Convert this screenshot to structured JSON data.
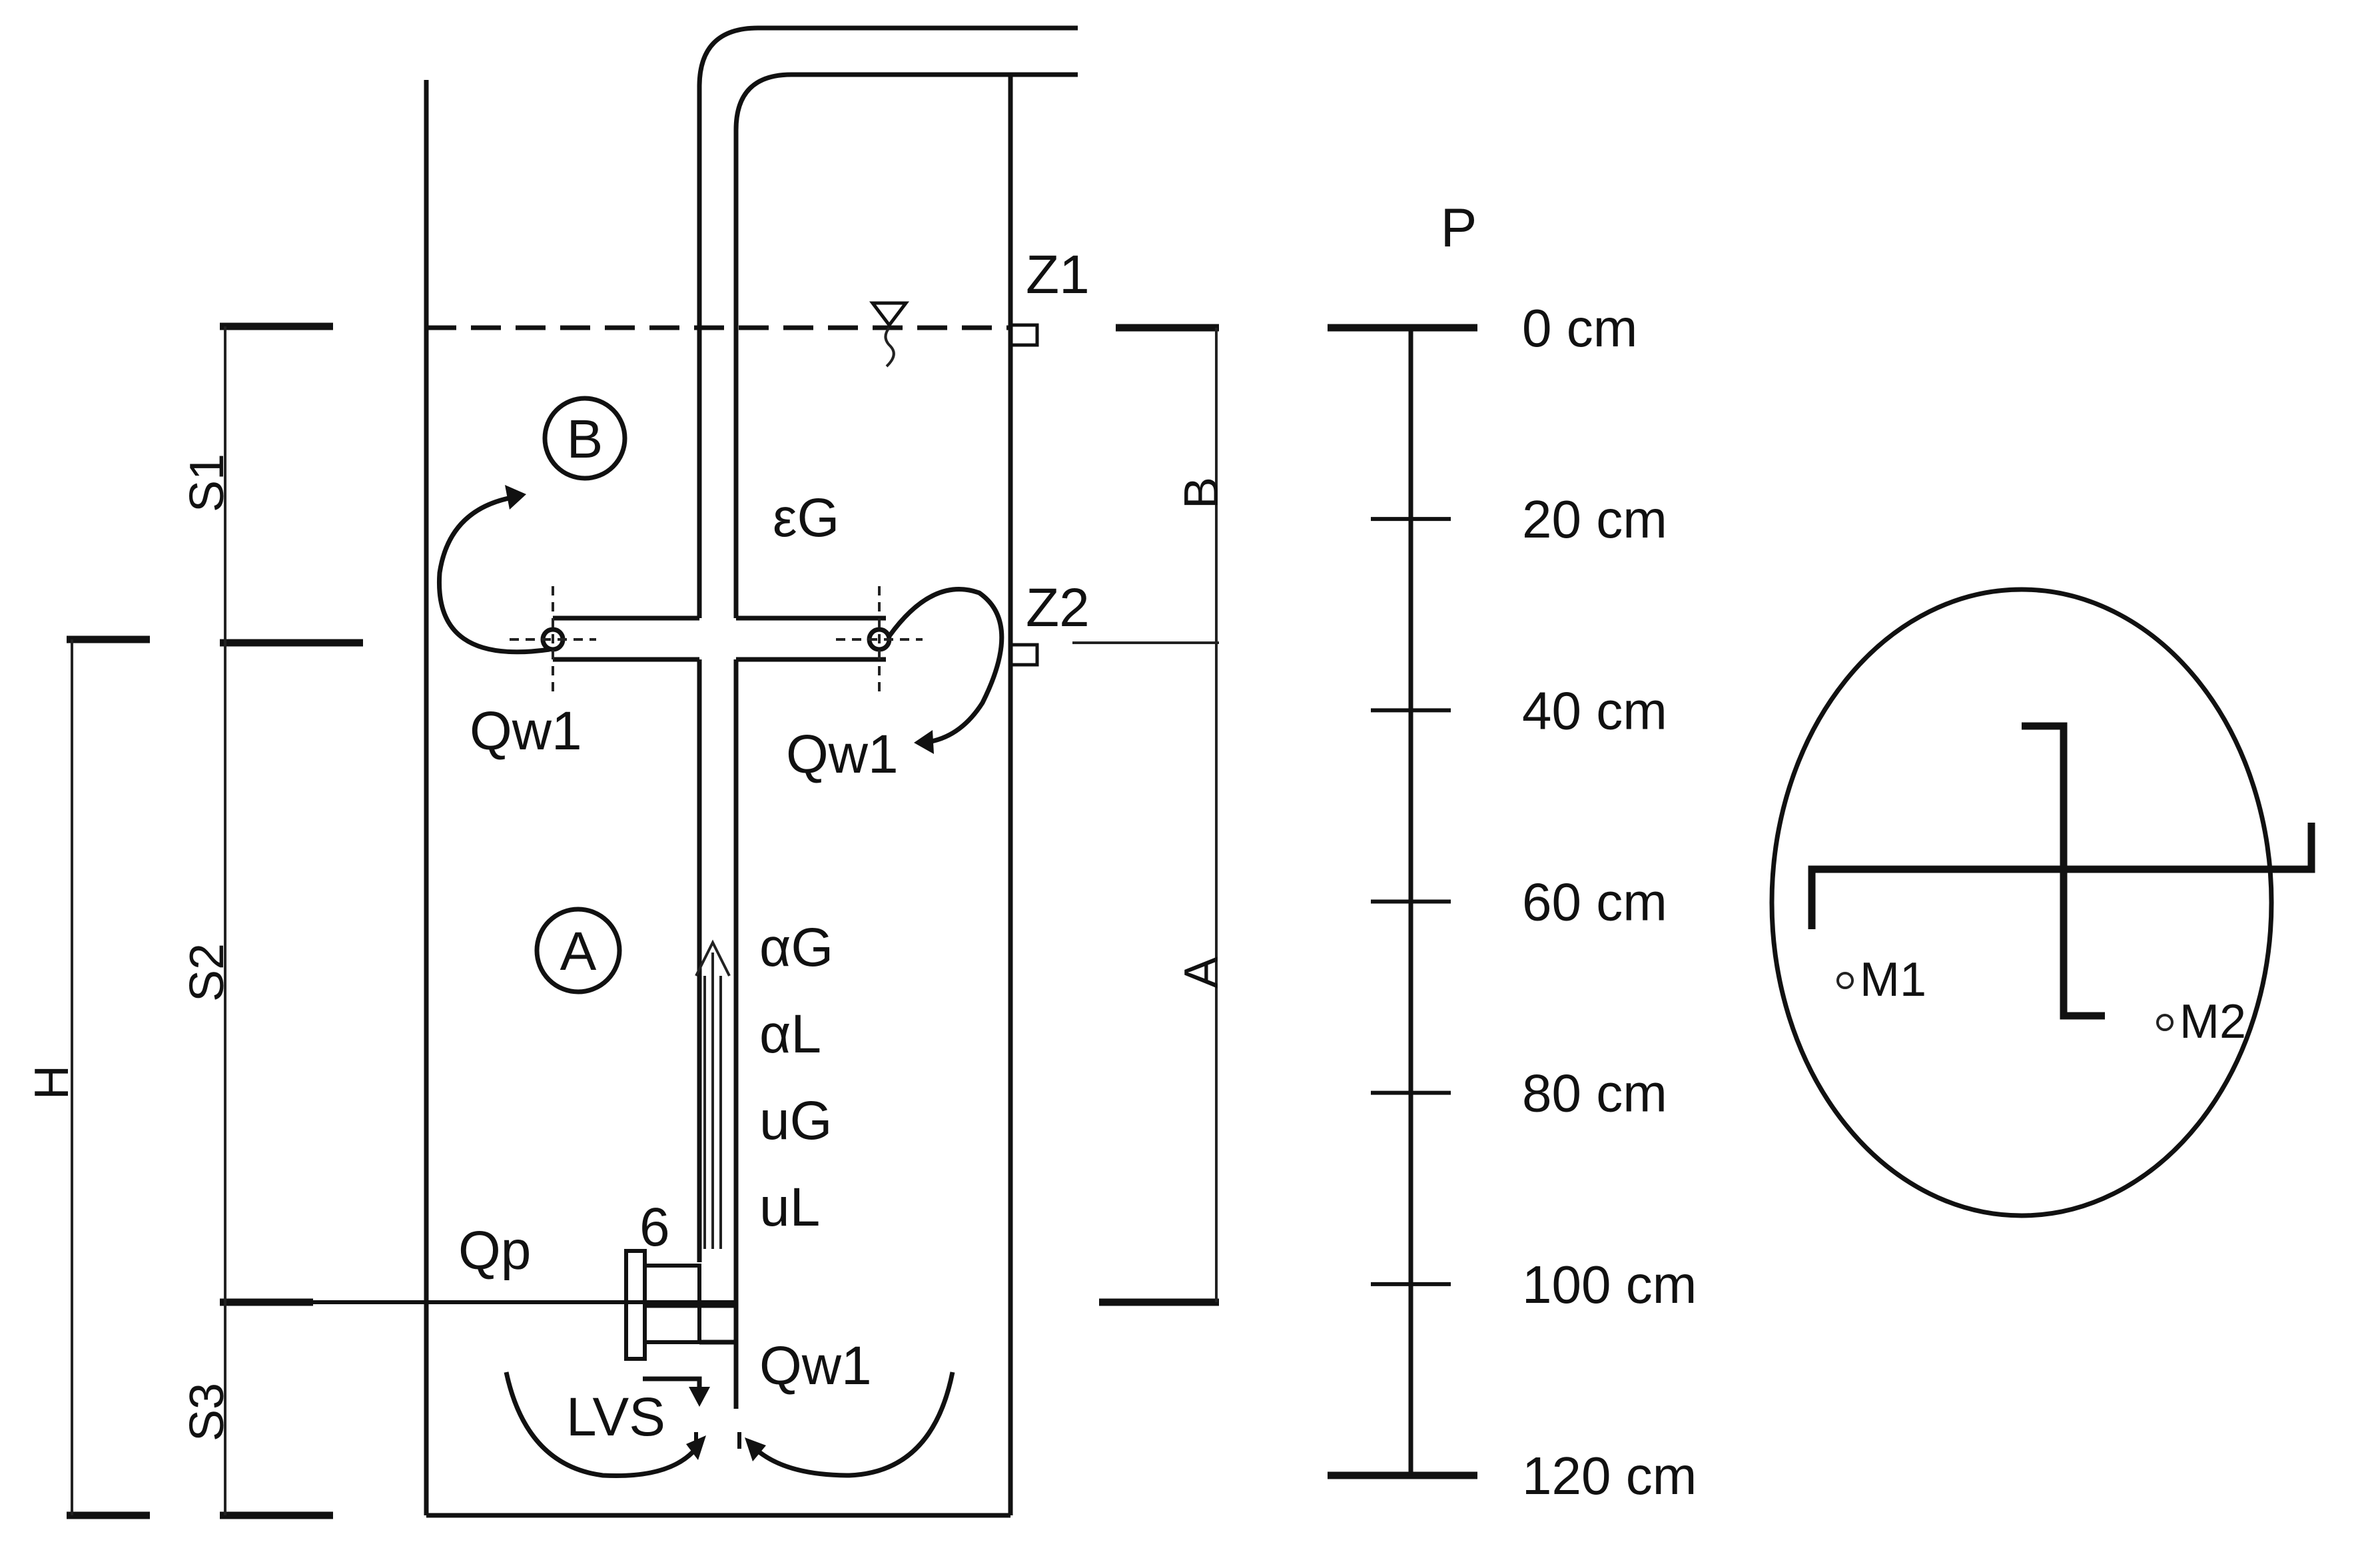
{
  "colors": {
    "line": "#111111",
    "background": "#ffffff"
  },
  "tank": {
    "zone_b": "B",
    "zone_a": "A",
    "eps_g": "εG",
    "qw1_left": "Qw1",
    "qw1_right": "Qw1",
    "qw1_bottom": "Qw1",
    "alpha_g": "αG",
    "alpha_l": "αL",
    "u_g": "uG",
    "u_l": "uL",
    "qp": "Qp",
    "six": "6",
    "lvs": "LVS",
    "z1": "Z1",
    "z2": "Z2"
  },
  "dimensions": {
    "s1": "S1",
    "s2": "S2",
    "s3": "S3",
    "h": "H",
    "b": "B",
    "a": "A"
  },
  "scale": {
    "title": "P",
    "ticks": [
      "0 cm",
      "20 cm",
      "40 cm",
      "60 cm",
      "80 cm",
      "100 cm",
      "120 cm"
    ]
  },
  "top_view": {
    "m1": "M1",
    "m2": "M2"
  }
}
